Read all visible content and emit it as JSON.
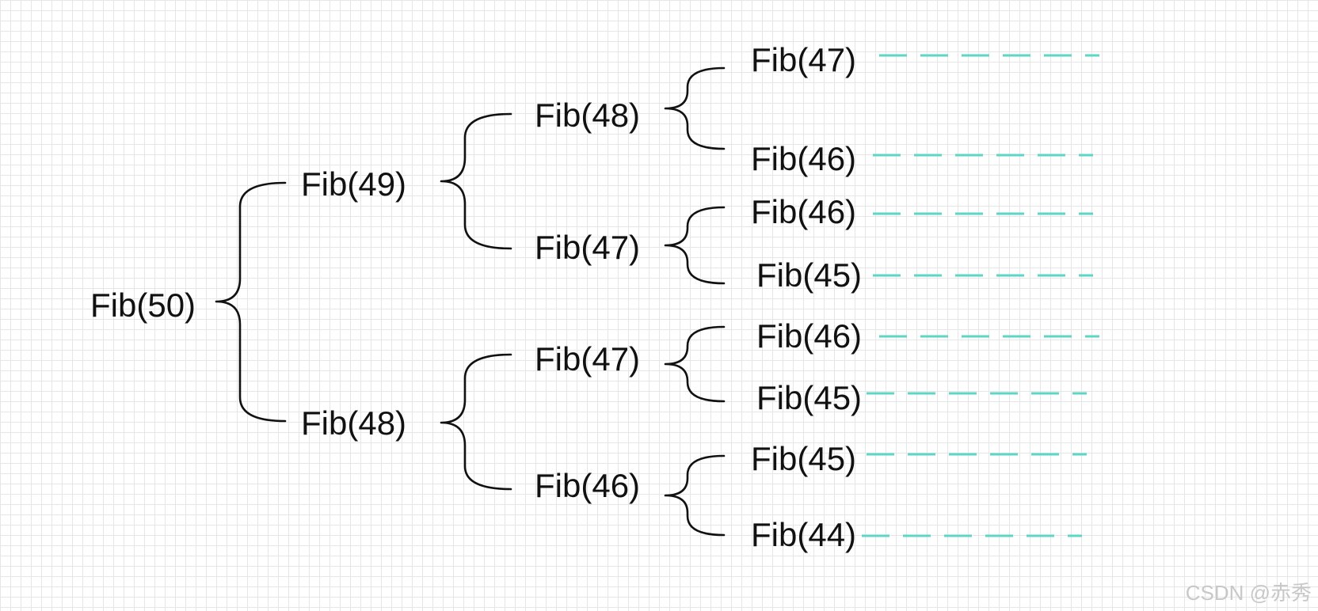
{
  "tree": {
    "root": "Fib(50)",
    "level1": [
      "Fib(49)",
      "Fib(48)"
    ],
    "level2": [
      "Fib(48)",
      "Fib(47)",
      "Fib(47)",
      "Fib(46)"
    ],
    "level3": [
      "Fib(47)",
      "Fib(46)",
      "Fib(46)",
      "Fib(45)",
      "Fib(46)",
      "Fib(45)",
      "Fib(45)",
      "Fib(44)"
    ]
  },
  "colors": {
    "brace": "#111111",
    "continuation": "#5ed6c6",
    "grid": "#e6e6e6"
  },
  "watermark": "CSDN @赤秀"
}
